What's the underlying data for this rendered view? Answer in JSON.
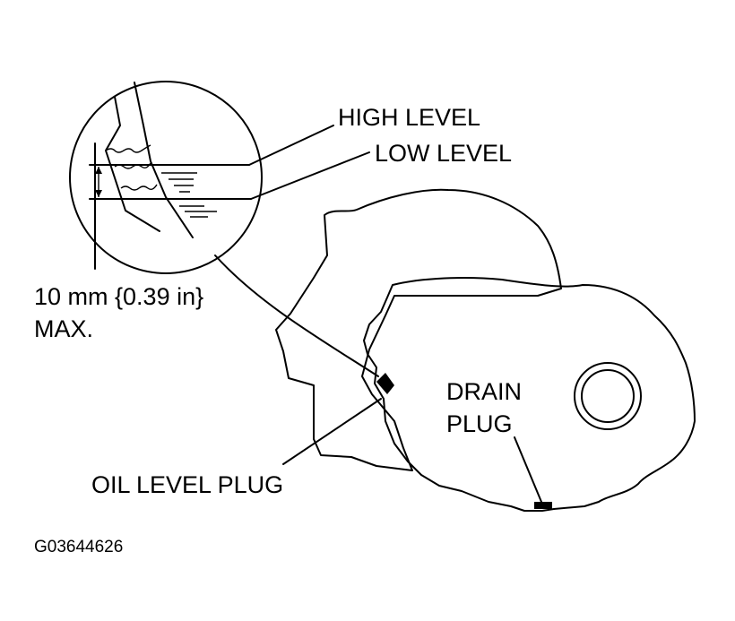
{
  "labels": {
    "high_level": "HIGH LEVEL",
    "low_level": "LOW LEVEL",
    "max_line1": "10 mm {0.39 in}",
    "max_line2": "MAX.",
    "drain_line1": "DRAIN",
    "drain_line2": "PLUG",
    "oil_level_plug": "OIL LEVEL PLUG",
    "figure_code": "G03644626"
  }
}
